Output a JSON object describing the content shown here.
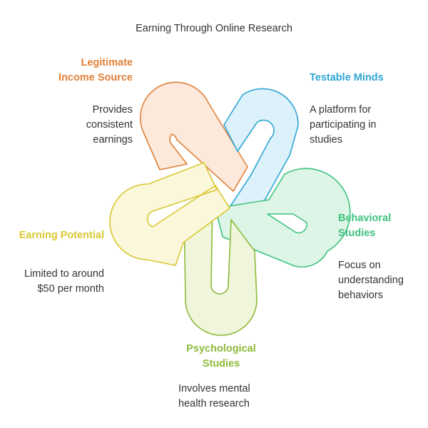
{
  "title": "Earning Through Online Research",
  "colors": {
    "orange": "#E08038",
    "blue": "#2EA6D6",
    "green": "#3FC27F",
    "lime": "#8DBA3A",
    "yellow": "#D9C830"
  },
  "items": [
    {
      "key": "legitimate",
      "heading": "Legitimate\nIncome Source",
      "desc": "Provides\nconsistent\nearnings",
      "icon": "orange-link"
    },
    {
      "key": "testable",
      "heading": "Testable Minds",
      "desc": "A platform for\nparticipating in\nstudies",
      "icon": "blue-link"
    },
    {
      "key": "behavioral",
      "heading": "Behavioral\nStudies",
      "desc": "Focus on\nunderstanding\nbehaviors",
      "icon": "green-link"
    },
    {
      "key": "psychological",
      "heading": "Psychological\nStudies",
      "desc": "Involves mental\nhealth research",
      "icon": "lime-link"
    },
    {
      "key": "earning",
      "heading": "Earning Potential",
      "desc": "Limited to around\n$50 per month",
      "icon": "yellow-link"
    }
  ]
}
